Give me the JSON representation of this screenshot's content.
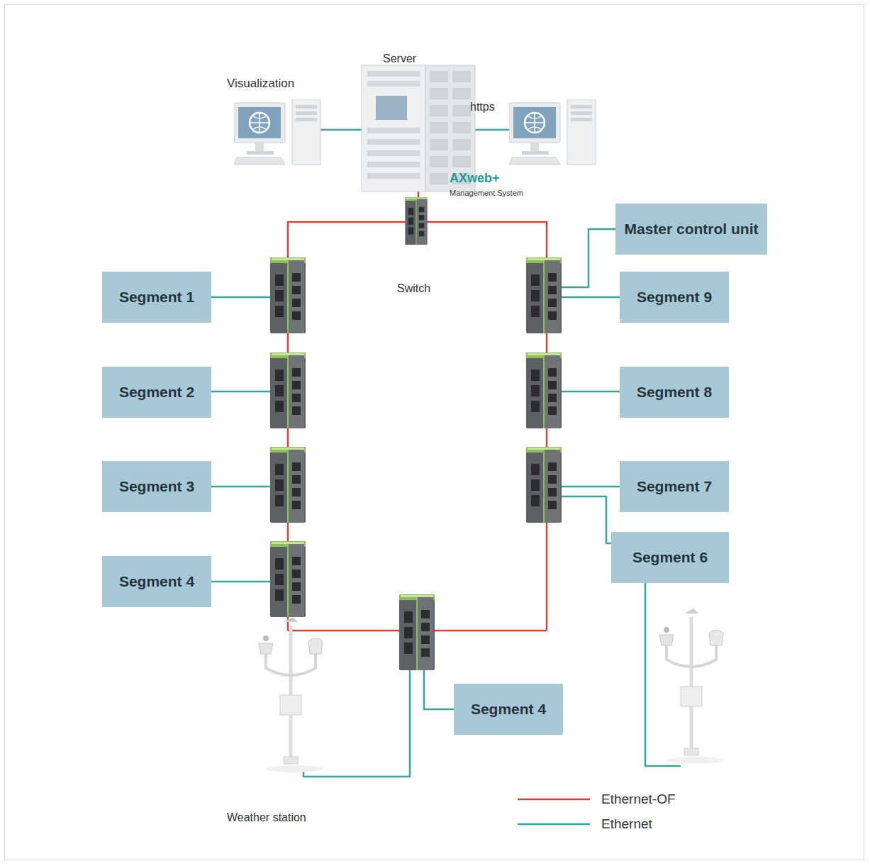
{
  "diagram": {
    "nodes": [
      {
        "text": [
          "Master control unit"
        ]
      },
      {
        "text": [
          "Segment 1"
        ]
      },
      {
        "text": [
          "Segment 9"
        ]
      },
      {
        "text": [
          "Segment 2"
        ]
      },
      {
        "text": [
          "Segment 8"
        ]
      },
      {
        "text": [
          "Segment 3"
        ]
      },
      {
        "text": [
          "Segment 7"
        ]
      },
      {
        "text": [
          "Segment 4"
        ]
      },
      {
        "text": [
          "Segment 6"
        ]
      },
      {
        "text": [
          "Segment 4"
        ]
      }
    ],
    "labels": [
      "Visualization",
      "Server",
      "https",
      "AXweb+",
      "Management System",
      "Switch",
      "Weather station"
    ],
    "legend": [
      {
        "text": "Ethernet-OF"
      },
      {
        "text": "Ethernet"
      }
    ]
  }
}
